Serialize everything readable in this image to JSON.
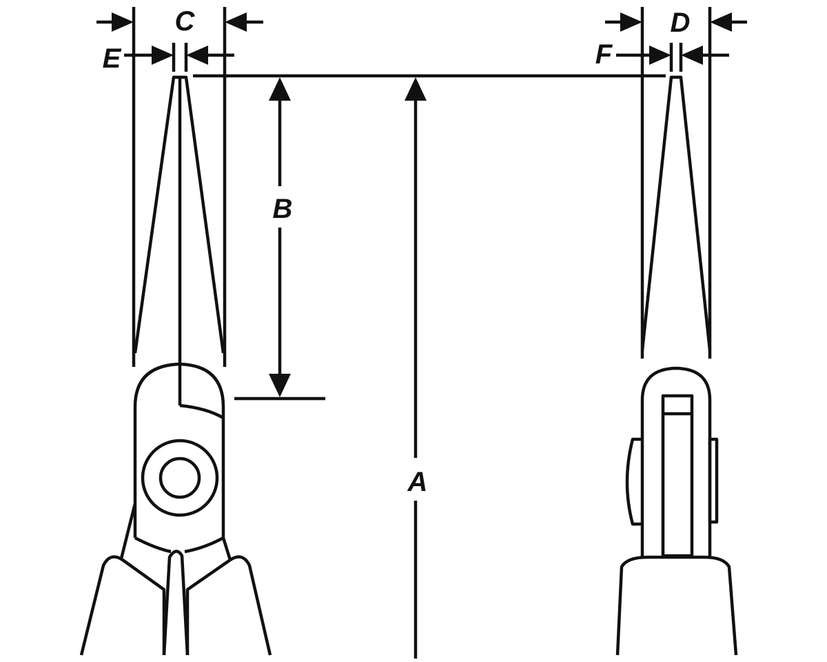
{
  "labels": {
    "a": "A",
    "b": "B",
    "c": "C",
    "d": "D",
    "e": "E",
    "f": "F"
  },
  "colors": {
    "ink": "#111111",
    "background": "#ffffff"
  }
}
